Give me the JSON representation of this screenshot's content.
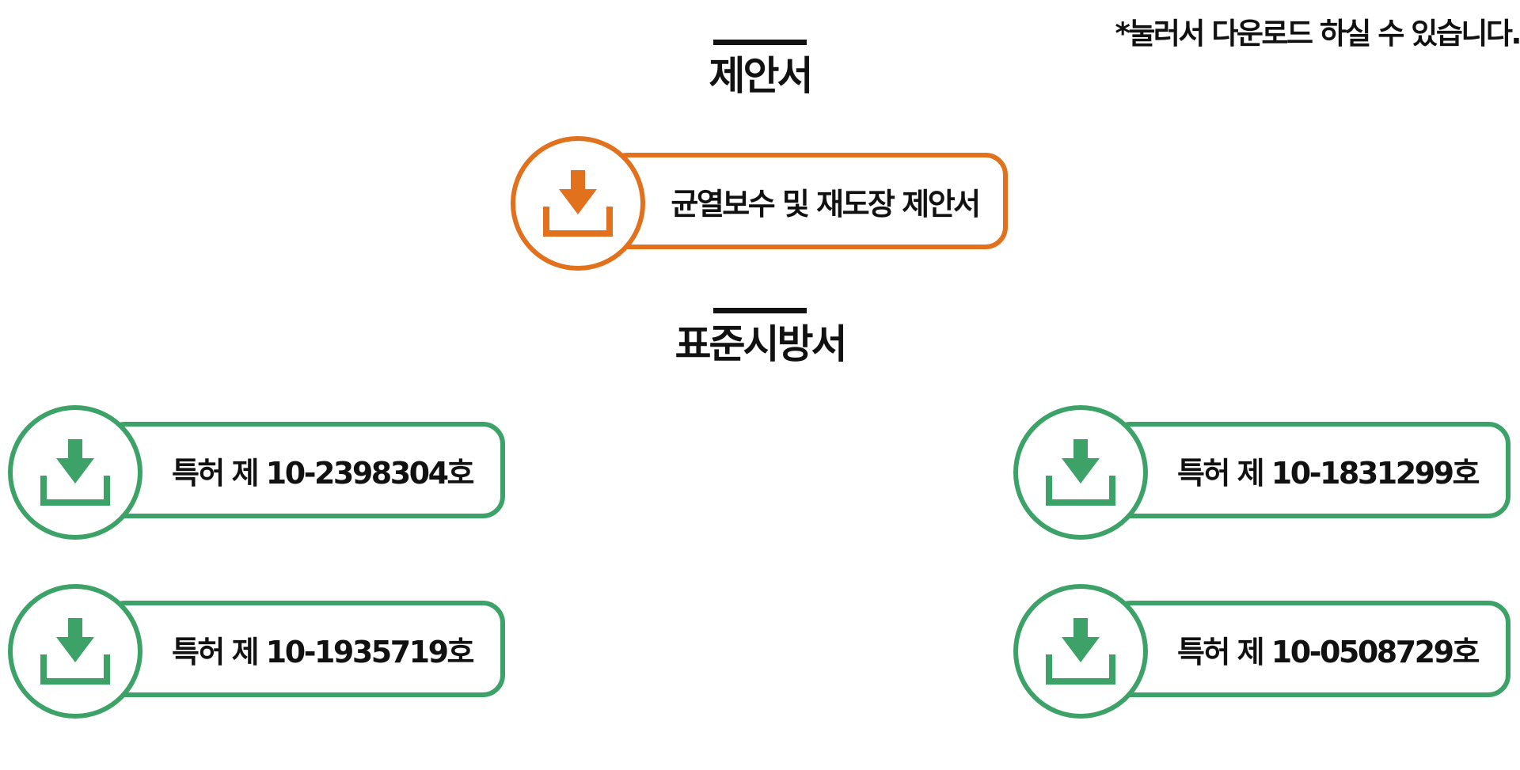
{
  "note": "*눌러서 다운로드 하실 수 있습니다.",
  "sections": [
    {
      "title": "제안서",
      "items": [
        {
          "label": "균열보수 및 재도장 제안서",
          "icon": "download-icon",
          "color": "#e2711d"
        }
      ]
    },
    {
      "title": "표준시방서",
      "items": [
        {
          "label": "특허 제 10-2398304호",
          "icon": "download-icon",
          "color": "#3da267"
        },
        {
          "label": "특허 제 10-1831299호",
          "icon": "download-icon",
          "color": "#3da267"
        },
        {
          "label": "특허 제 10-1935719호",
          "icon": "download-icon",
          "color": "#3da267"
        },
        {
          "label": "특허 제 10-0508729호",
          "icon": "download-icon",
          "color": "#3da267"
        }
      ]
    }
  ]
}
